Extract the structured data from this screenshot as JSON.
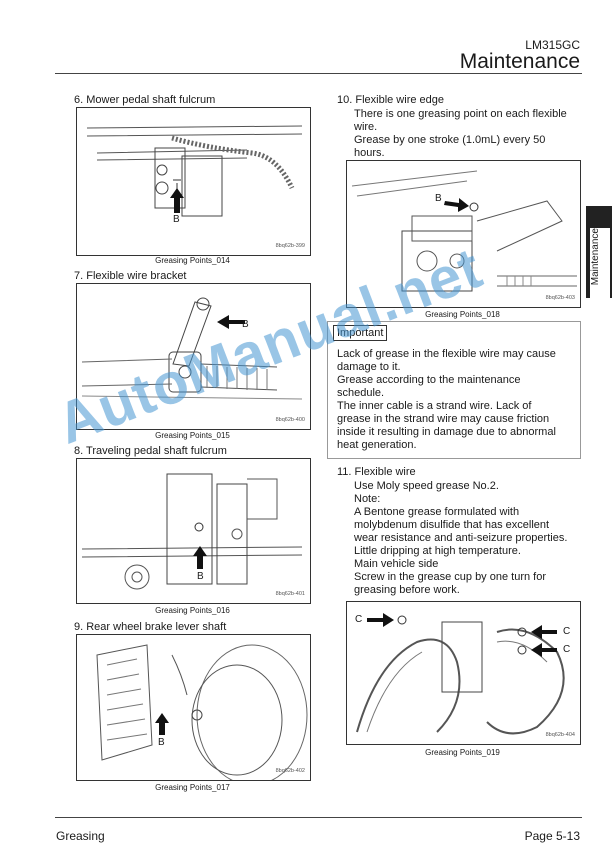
{
  "header": {
    "model": "LM315GC",
    "section": "Maintenance"
  },
  "side_tab": {
    "label": "Maintenance"
  },
  "items": {
    "i6": {
      "title": "6. Mower pedal shaft fulcrum",
      "code": "8bq62b-399",
      "caption": "Greasing Points_014",
      "marker": "B"
    },
    "i7": {
      "title": "7. Flexible wire bracket",
      "code": "8bq62b-400",
      "caption": "Greasing Points_015",
      "marker": "B"
    },
    "i8": {
      "title": "8. Traveling pedal shaft fulcrum",
      "code": "8bq62b-401",
      "caption": "Greasing Points_016",
      "marker": "B"
    },
    "i9": {
      "title": "9. Rear wheel brake lever shaft",
      "code": "8bq62b-402",
      "caption": "Greasing Points_017",
      "marker": "B"
    },
    "i10": {
      "title": "10. Flexible wire edge",
      "lines": [
        "There is one greasing point on each flexible",
        "wire.",
        "Grease by one stroke (1.0mL) every 50",
        "hours."
      ],
      "code": "8bq62b-403",
      "caption": "Greasing Points_018",
      "marker": "B"
    },
    "i11": {
      "title": "11. Flexible wire",
      "lines": [
        "Use Moly speed grease No.2.",
        "Note:",
        "A Bentone grease formulated with",
        "molybdenum disulfide that has excellent",
        "wear resistance and anti-seizure properties.",
        "Little dripping at high temperature.",
        "Main vehicle side",
        "Screw in the grease cup by one turn for",
        "greasing before work."
      ],
      "code": "8bq62b-404",
      "caption": "Greasing Points_019",
      "marker": "C"
    }
  },
  "important": {
    "label": "Important",
    "lines": [
      "Lack of grease in the flexible wire may cause",
      "damage to it.",
      "Grease according to the maintenance",
      "schedule.",
      "The inner cable is a strand wire. Lack of",
      "grease in the strand wire may cause friction",
      "inside it resulting in damage due to abnormal",
      "heat generation."
    ]
  },
  "footer": {
    "left": "Greasing",
    "right": "Page 5-13"
  },
  "watermark": "AutoManual.net"
}
